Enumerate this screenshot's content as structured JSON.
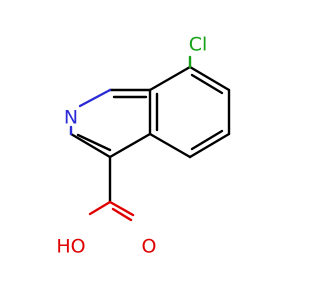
{
  "molecule": {
    "atoms": {
      "chlorine": {
        "label": "Cl",
        "color": "#16a016"
      },
      "nitrogen": {
        "label": "N",
        "color": "#2b2bd6"
      },
      "carbonyl_oxygen": {
        "label": "O",
        "color": "#e00000"
      },
      "hydroxyl": {
        "label": "HO",
        "color": "#e00000"
      }
    }
  }
}
